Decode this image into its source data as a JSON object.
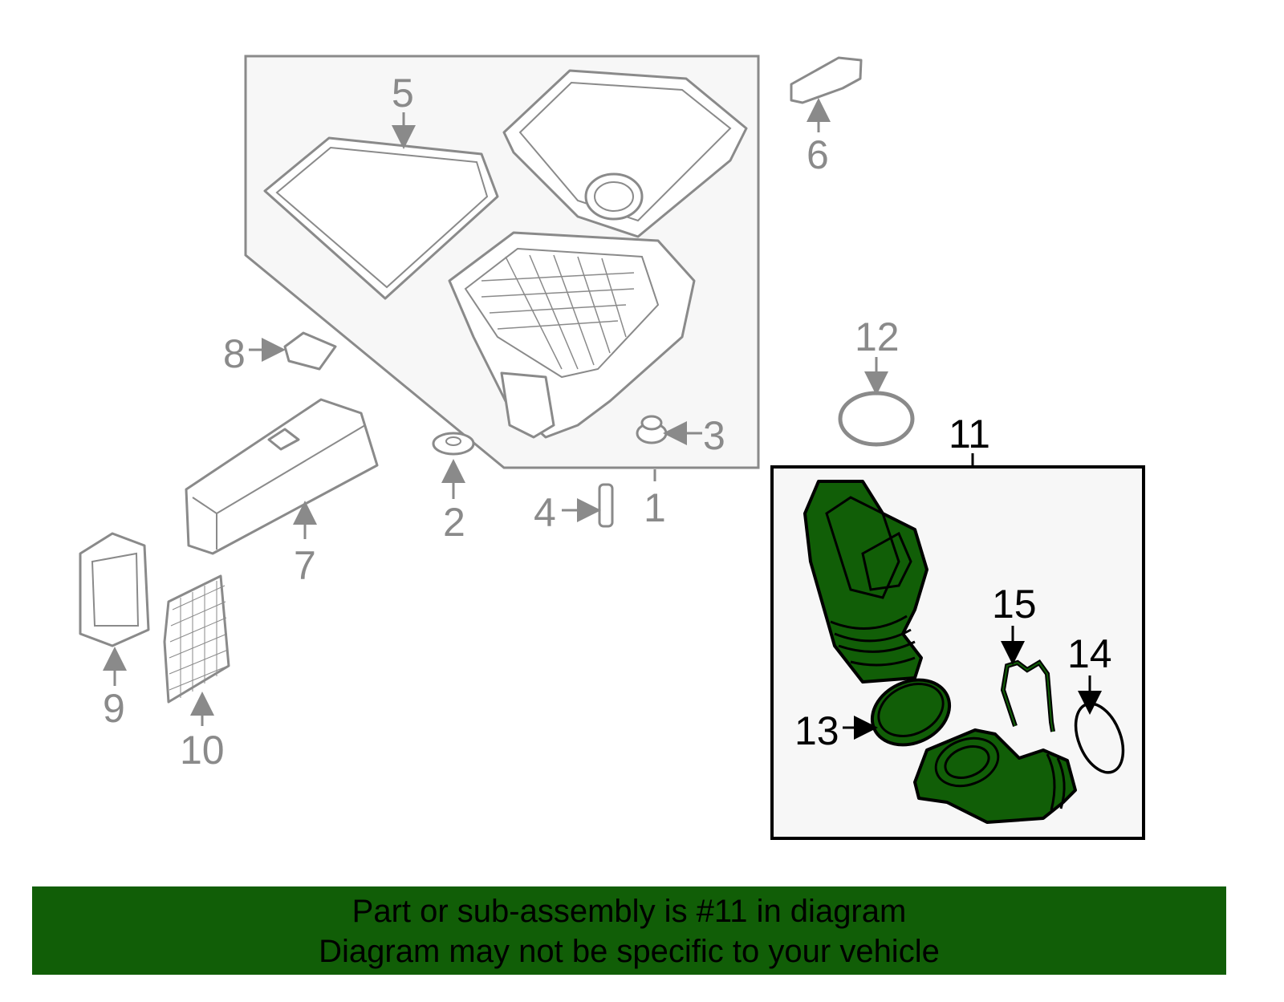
{
  "diagram": {
    "callouts": {
      "c1": "1",
      "c2": "2",
      "c3": "3",
      "c4": "4",
      "c5": "5",
      "c6": "6",
      "c7": "7",
      "c8": "8",
      "c9": "9",
      "c10": "10",
      "c11": "11",
      "c12": "12",
      "c13": "13",
      "c14": "14",
      "c15": "15"
    },
    "highlight_color": "#115e07"
  },
  "banner": {
    "line1": "Part or sub-assembly is #11 in diagram",
    "line2": "Diagram may not be specific to your vehicle"
  }
}
